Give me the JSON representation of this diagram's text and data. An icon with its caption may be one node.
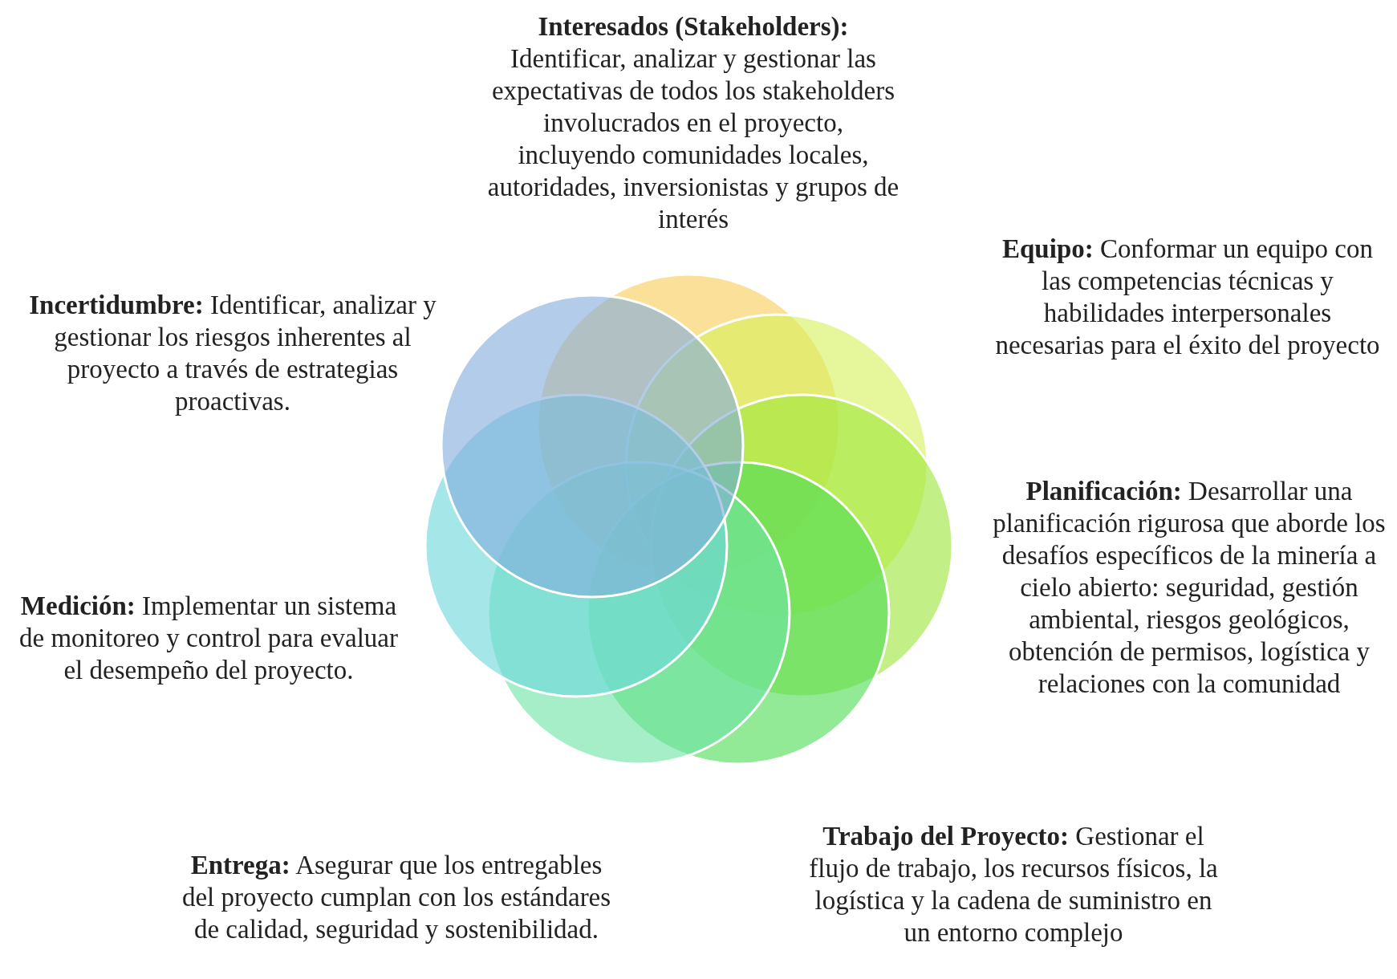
{
  "diagram": {
    "nodes": [
      {
        "text": [],
        "shape": "circle",
        "beside": [
          "**Interesados (Stakeholders):** Identificar, analizar y gestionar las expectativas de todos los stakeholders involucrados en el proyecto, incluyendo comunidades locales, autoridades, inversionistas y grupos de interés"
        ]
      },
      {
        "text": [],
        "shape": "circle",
        "beside": [
          "**Equipo:** Conformar un equipo con las competencias técnicas y habilidades interpersonales necesarias para el éxito del proyecto"
        ]
      },
      {
        "text": [],
        "shape": "circle",
        "beside": [
          "**Planificación:** Desarrollar una planificación rigurosa que aborde los desafíos específicos de la minería a cielo abierto: seguridad, gestión ambiental, riesgos geológicos, obtención de permisos, logística y relaciones con la comunidad"
        ]
      },
      {
        "text": [],
        "shape": "circle",
        "beside": [
          "**Trabajo del Proyecto:** Gestionar el flujo de trabajo, los recursos físicos, la logística y la cadena de suministro en un entorno complejo"
        ]
      },
      {
        "text": [],
        "shape": "circle",
        "beside": [
          "**Entrega:** Asegurar que los entregables del proyecto cumplan con los estándares de calidad, seguridad y sostenibilidad."
        ]
      },
      {
        "text": [],
        "shape": "circle",
        "beside": [
          "**Medición:** Implementar un sistema de monitoreo y control para evaluar el desempeño del proyecto."
        ]
      },
      {
        "text": [],
        "shape": "circle",
        "beside": [
          "**Incertidumbre:** Identificar, analizar y gestionar los riesgos inherentes al proyecto a través de estrategias proactivas."
        ]
      }
    ]
  }
}
